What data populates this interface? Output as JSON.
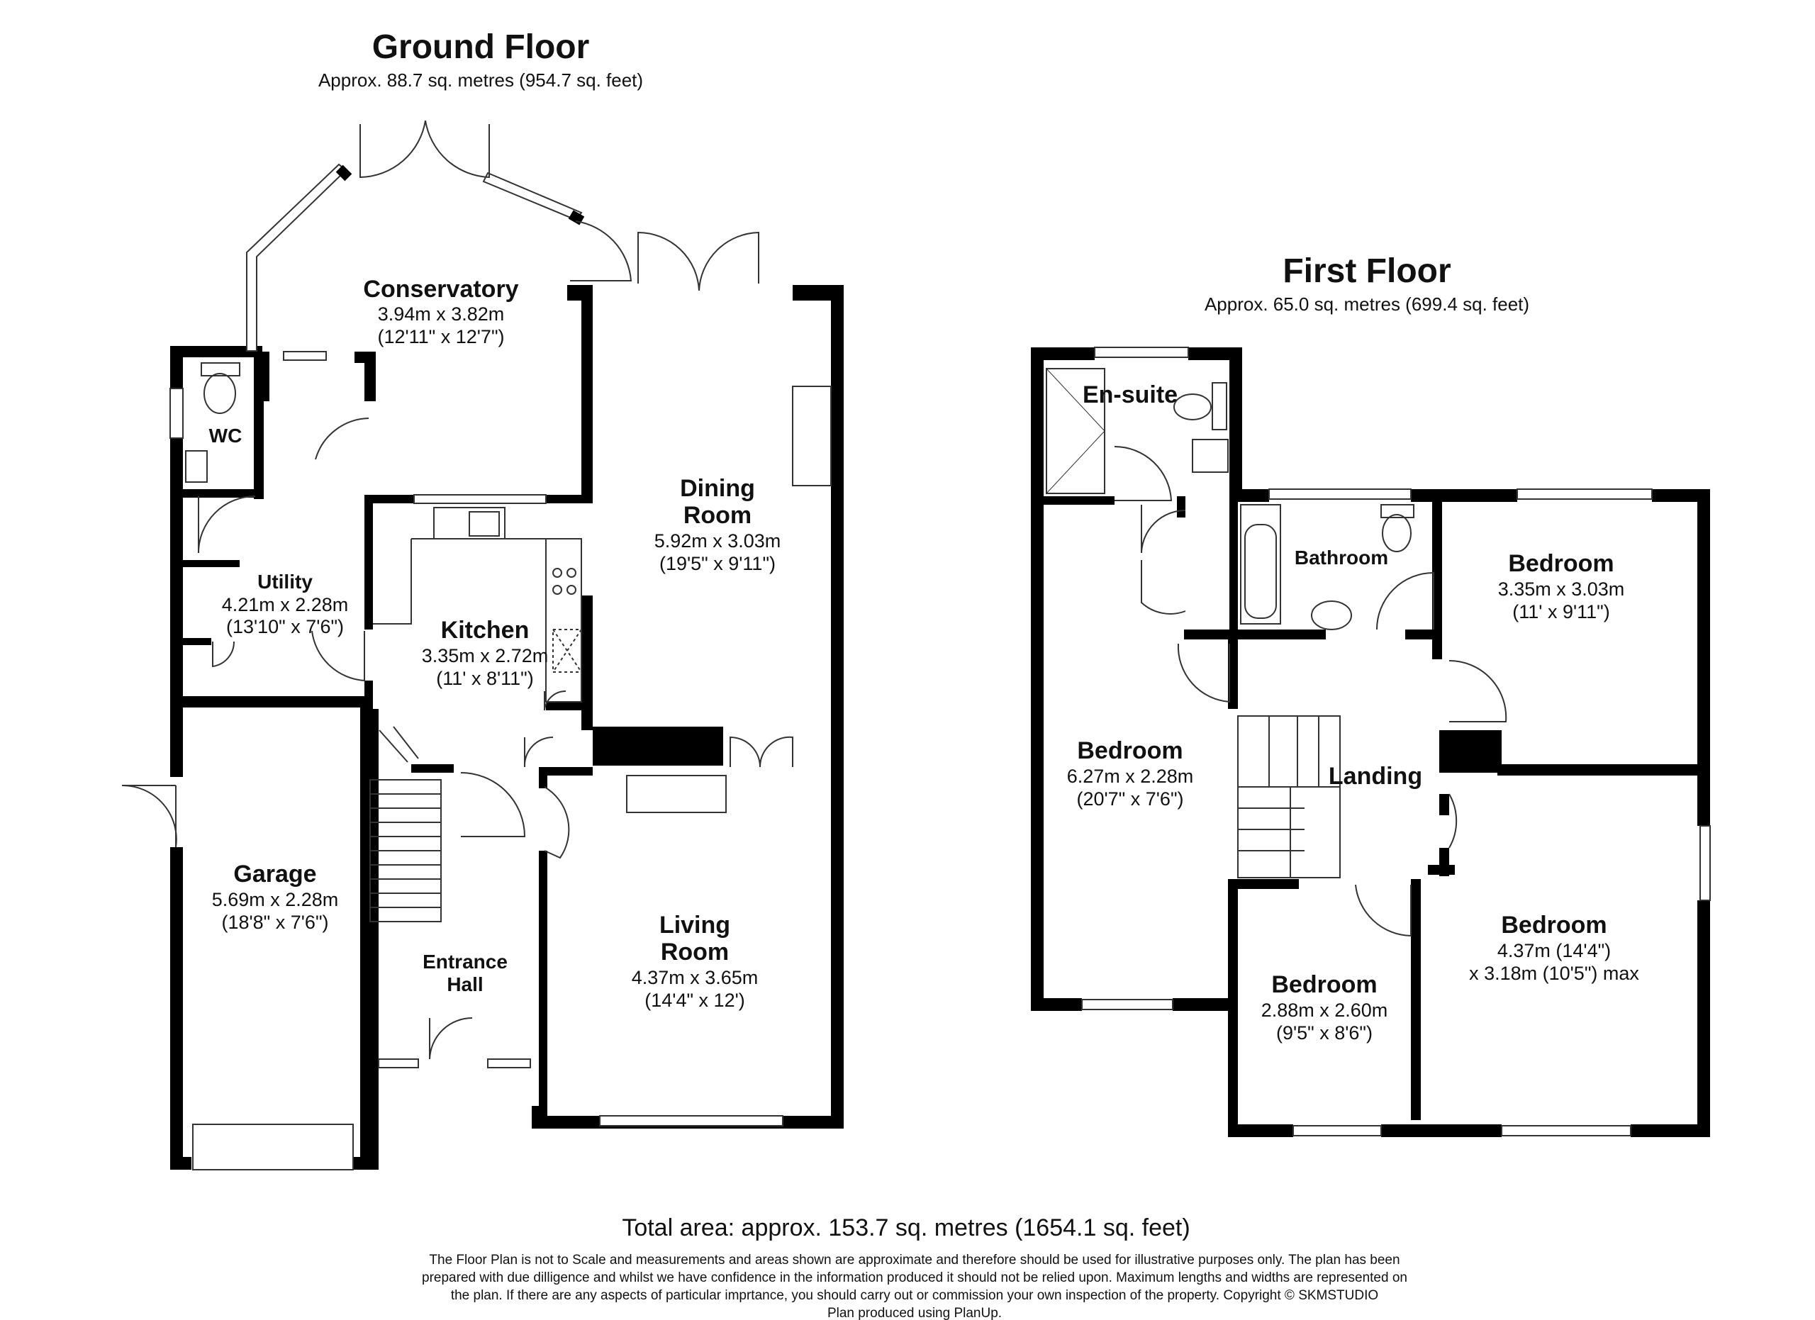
{
  "ground_floor": {
    "title": "Ground Floor",
    "area": "Approx. 88.7 sq. metres (954.7 sq. feet)",
    "rooms": {
      "conservatory": {
        "name": "Conservatory",
        "size": "3.94m x 3.82m",
        "imperial": "(12'11\" x 12'7\")"
      },
      "wc": {
        "name": "WC"
      },
      "utility": {
        "name": "Utility",
        "size": "4.21m x 2.28m",
        "imperial": "(13'10\" x 7'6\")"
      },
      "kitchen": {
        "name": "Kitchen",
        "size": "3.35m x 2.72m",
        "imperial": "(11' x 8'11\")"
      },
      "dining": {
        "name_line1": "Dining",
        "name_line2": "Room",
        "size": "5.92m x 3.03m",
        "imperial": "(19'5\" x 9'11\")"
      },
      "garage": {
        "name": "Garage",
        "size": "5.69m x 2.28m",
        "imperial": "(18'8\" x 7'6\")"
      },
      "entrance": {
        "name_line1": "Entrance",
        "name_line2": "Hall"
      },
      "living": {
        "name_line1": "Living",
        "name_line2": "Room",
        "size": "4.37m x 3.65m",
        "imperial": "(14'4\" x 12')"
      }
    }
  },
  "first_floor": {
    "title": "First Floor",
    "area": "Approx. 65.0 sq. metres (699.4 sq. feet)",
    "rooms": {
      "ensuite": {
        "name": "En-suite"
      },
      "bathroom": {
        "name": "Bathroom"
      },
      "bedroom_rear_right": {
        "name": "Bedroom",
        "size": "3.35m x 3.03m",
        "imperial": "(11' x 9'11\")"
      },
      "bedroom_left": {
        "name": "Bedroom",
        "size": "6.27m x 2.28m",
        "imperial": "(20'7\" x 7'6\")"
      },
      "landing": {
        "name": "Landing"
      },
      "bedroom_front_right": {
        "name": "Bedroom",
        "size": "4.37m (14'4\")",
        "imperial": "x 3.18m (10'5\") max"
      },
      "bedroom_small": {
        "name": "Bedroom",
        "size": "2.88m x 2.60m",
        "imperial": "(9'5\" x 8'6\")"
      }
    }
  },
  "total_area": "Total area: approx. 153.7 sq. metres (1654.1 sq. feet)",
  "disclaimer": [
    "The Floor Plan is not to Scale and measurements and areas shown are approximate and therefore should be used for illustrative purposes only. The plan has been",
    "prepared with due dilligence and whilst we have confidence in the information produced it should not be relied upon. Maximum lengths and widths are represented on",
    "the plan. If there are any aspects of particular imprtance, you should carry out or commission your own inspection of the property. Copyright © SKMSTUDIO",
    "Plan produced using PlanUp."
  ]
}
